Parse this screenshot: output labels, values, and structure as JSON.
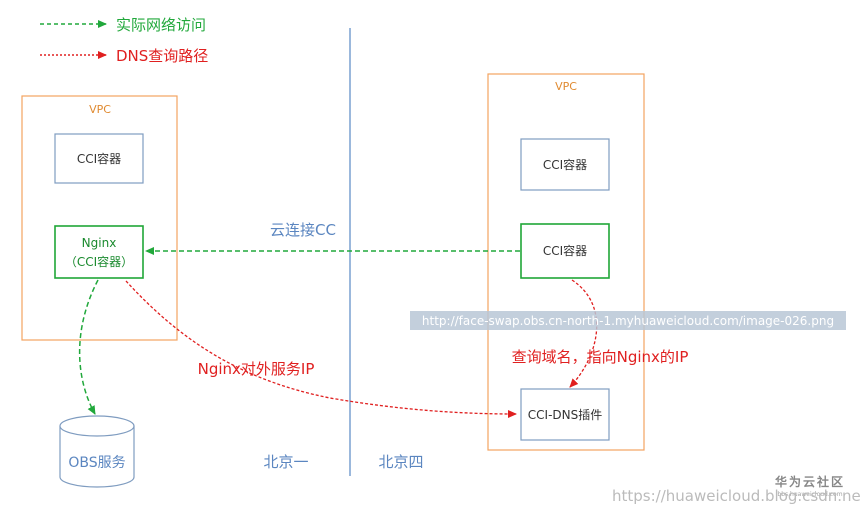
{
  "legend": {
    "green_label": "实际网络访问",
    "red_label": "DNS查询路径"
  },
  "left": {
    "vpc_label": "VPC",
    "cci_label": "CCI容器",
    "nginx_line1": "Nginx",
    "nginx_line2": "（CCI容器）",
    "obs_label": "OBS服务",
    "region_label": "北京一"
  },
  "right": {
    "vpc_label": "VPC",
    "cci_top_label": "CCI容器",
    "cci_mid_label": "CCI容器",
    "dns_label": "CCI-DNS插件",
    "region_label": "北京四"
  },
  "edges": {
    "cloud_connect_label": "云连接CC",
    "nginx_ip_label": "Nginx对外服务IP",
    "dns_query_label": "查询域名，指向Nginx的IP"
  },
  "watermark": {
    "url_banner": "http://face-swap.obs.cn-north-1.myhuaweicloud.com/image-026.png",
    "brand_text": "华为云社区",
    "brand_sub": "bbs.huaweicloud.com",
    "corner_url": "https://huaweicloud.blog.csdn.net"
  },
  "colors": {
    "vpc_border": "#f4a460",
    "vpc_text": "#e08a30",
    "cci_border": "#7f9cc0",
    "nginx_border": "#1fa637",
    "green_edge": "#21a83b",
    "red_edge": "#e02020",
    "divider": "#7aa0d0",
    "region_text": "#5b86c0",
    "cc_text": "#5b86c0"
  }
}
